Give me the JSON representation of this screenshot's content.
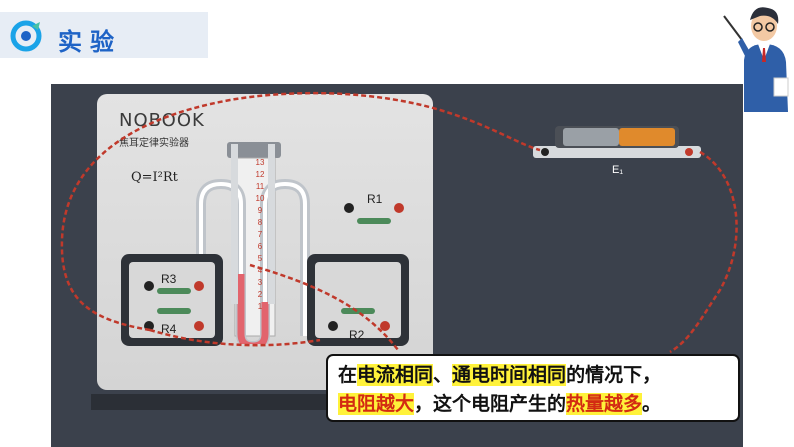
{
  "header": {
    "title": "实验",
    "accent_color": "#1e63c6"
  },
  "apparatus": {
    "brand": "NOBOOK",
    "subtitle": "焦耳定律实验器",
    "formula": "Q=I²Rt",
    "resistors": [
      "R1",
      "R2",
      "R3",
      "R4"
    ],
    "battery_label": "E₁",
    "scale_ticks": [
      "1",
      "2",
      "3",
      "4",
      "5",
      "6",
      "7",
      "8",
      "9",
      "10",
      "11",
      "12",
      "13"
    ]
  },
  "callout": {
    "line1_pre": "在",
    "line1_hl": "电流相同",
    "line1_mid": "、",
    "line1_hl2": "通电时间相同",
    "line1_post": "的情况下，",
    "line2_hl": "电阻越大",
    "line2_mid": "，这个电阻产生的",
    "line2_hl2": "热量越多",
    "line2_post": "。"
  }
}
